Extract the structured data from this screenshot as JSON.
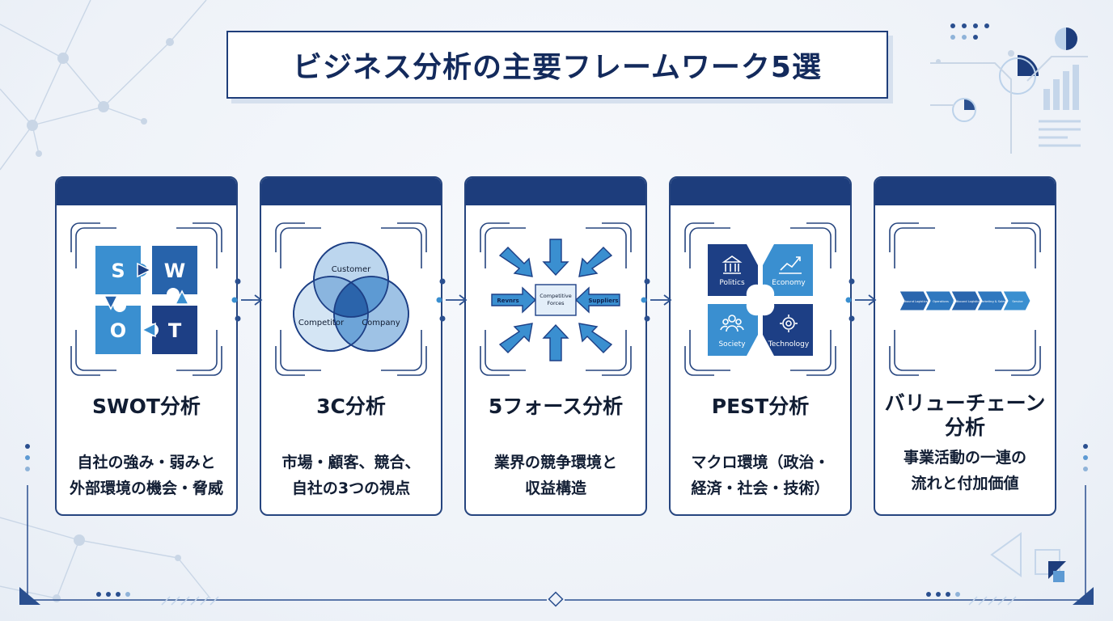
{
  "title": "ビジネス分析の主要フレームワーク5選",
  "colors": {
    "navy": "#1d3d7c",
    "blue": "#2f7fc4",
    "light_blue": "#bcd6ee",
    "text": "#111d33"
  },
  "frameworks": [
    {
      "name": "SWOT分析",
      "desc_lines": [
        "自社の強み・弱みと",
        "外部環境の機会・脅威"
      ],
      "illustration": {
        "letters": [
          "S",
          "W",
          "O",
          "T"
        ]
      }
    },
    {
      "name": "3C分析",
      "desc_lines": [
        "市場・顧客、競合、",
        "自社の3つの視点"
      ],
      "illustration": {
        "labels": [
          "Customer",
          "Competitor",
          "Company"
        ]
      }
    },
    {
      "name": "5フォース分析",
      "desc_lines": [
        "業界の競争環境と",
        "収益構造"
      ],
      "illustration": {
        "center": [
          "Competitive",
          "Forces"
        ],
        "left": "Revnrs",
        "right": "Suppliers"
      }
    },
    {
      "name": "PEST分析",
      "desc_lines": [
        "マクロ環境（政治・",
        "経済・社会・技術）"
      ],
      "illustration": {
        "labels": [
          "Politics",
          "Economy",
          "Society",
          "Technology"
        ]
      }
    },
    {
      "name_lines": [
        "バリューチェーン",
        "分析"
      ],
      "desc_lines": [
        "事業活動の一連の",
        "流れと付加価値"
      ],
      "illustration": {
        "steps": [
          "Inbound Logistics",
          "Operations",
          "Outbound Logistics",
          "Marketing & Sales",
          "Service"
        ]
      }
    }
  ]
}
